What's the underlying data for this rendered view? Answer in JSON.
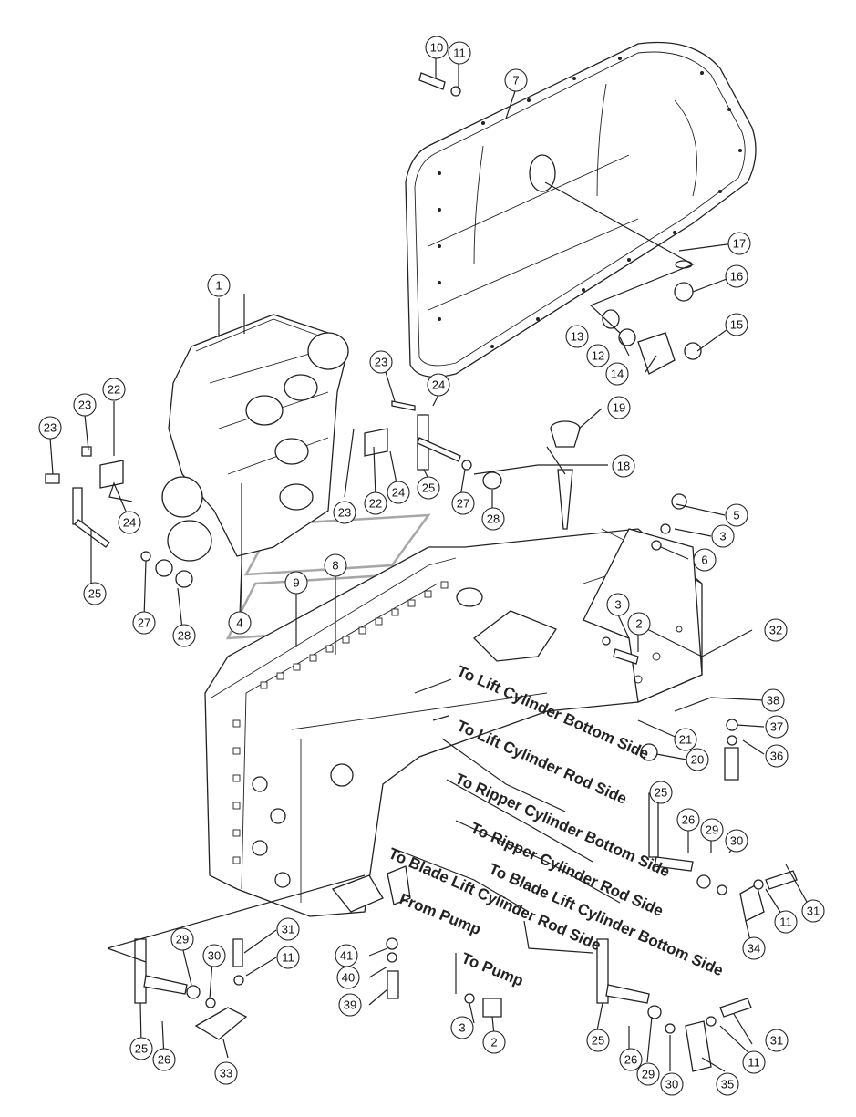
{
  "callouts": [
    "1",
    "2",
    "2",
    "3",
    "3",
    "3",
    "4",
    "5",
    "6",
    "7",
    "8",
    "9",
    "10",
    "11",
    "11",
    "11",
    "11",
    "12",
    "13",
    "14",
    "15",
    "16",
    "17",
    "18",
    "19",
    "20",
    "21",
    "22",
    "22",
    "23",
    "23",
    "23",
    "23",
    "24",
    "24",
    "24",
    "25",
    "25",
    "25",
    "25",
    "25",
    "26",
    "26",
    "26",
    "27",
    "27",
    "28",
    "28",
    "29",
    "29",
    "29",
    "30",
    "30",
    "30",
    "31",
    "31",
    "31",
    "32",
    "33",
    "34",
    "35",
    "36",
    "37",
    "38",
    "39",
    "40",
    "41"
  ],
  "routing_labels": {
    "lift_bottom": "To Lift Cylinder Bottom Side",
    "lift_rod": "To Lift Cylinder Rod Side",
    "ripper_bottom": "To Ripper Cylinder Bottom Side",
    "ripper_rod": "To Ripper Cylinder Rod Side",
    "blade_bottom": "To Blade Lift Cylinder Bottom Side",
    "blade_rod": "To Blade Lift Cylinder Rod Side",
    "from_pump": "From Pump",
    "to_pump": "To Pump"
  }
}
